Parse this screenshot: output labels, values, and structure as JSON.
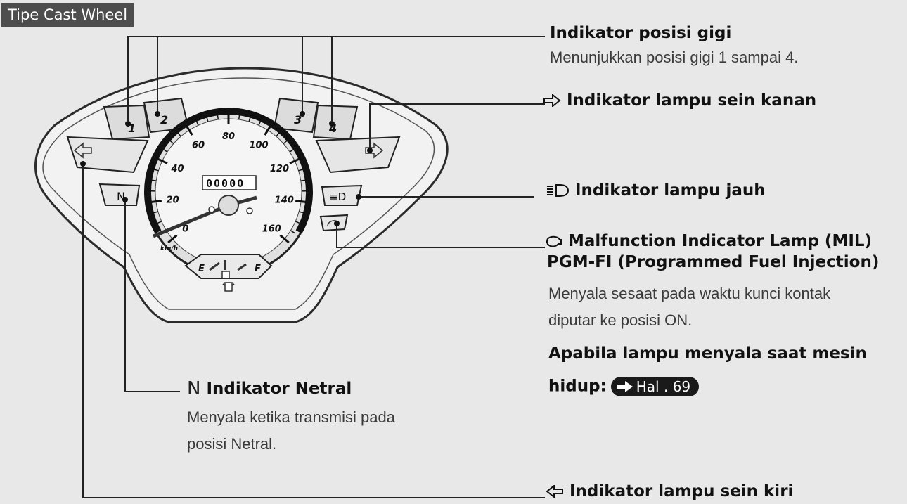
{
  "header": {
    "tag": "Tipe Cast Wheel"
  },
  "dashboard": {
    "speed_ticks": [
      "0",
      "20",
      "40",
      "60",
      "80",
      "100",
      "120",
      "140",
      "160"
    ],
    "speed_unit": "km/h",
    "odometer": "00000",
    "gears": [
      "1",
      "2",
      "3",
      "4"
    ],
    "neutral_letter": "N",
    "fuel_empty": "E",
    "fuel_full": "F"
  },
  "callouts": {
    "gear_position": {
      "title": "Indikator posisi gigi",
      "desc": "Menunjukkan posisi gigi 1 sampai 4."
    },
    "right_turn": {
      "title": "Indikator lampu sein kanan",
      "icon": "right-arrow-icon"
    },
    "high_beam": {
      "title": "Indikator lampu jauh",
      "icon": "high-beam-icon"
    },
    "mil": {
      "title_line1": "Malfunction Indicator Lamp (MIL)",
      "title_line2": "PGM-FI (Programmed Fuel Injection)",
      "icon": "engine-icon",
      "desc_line1": "Menyala sesaat pada waktu kunci kontak",
      "desc_line2": "diputar ke posisi ON.",
      "note_line1": "Apabila lampu menyala saat mesin",
      "note_line2": "hidup:",
      "ref_label": "Hal . 69"
    },
    "neutral": {
      "glyph": "N",
      "title": "Indikator Netral",
      "desc_line1": "Menyala ketika transmisi pada",
      "desc_line2": "posisi Netral."
    },
    "left_turn": {
      "title": "Indikator lampu sein kiri",
      "icon": "left-arrow-icon"
    }
  }
}
